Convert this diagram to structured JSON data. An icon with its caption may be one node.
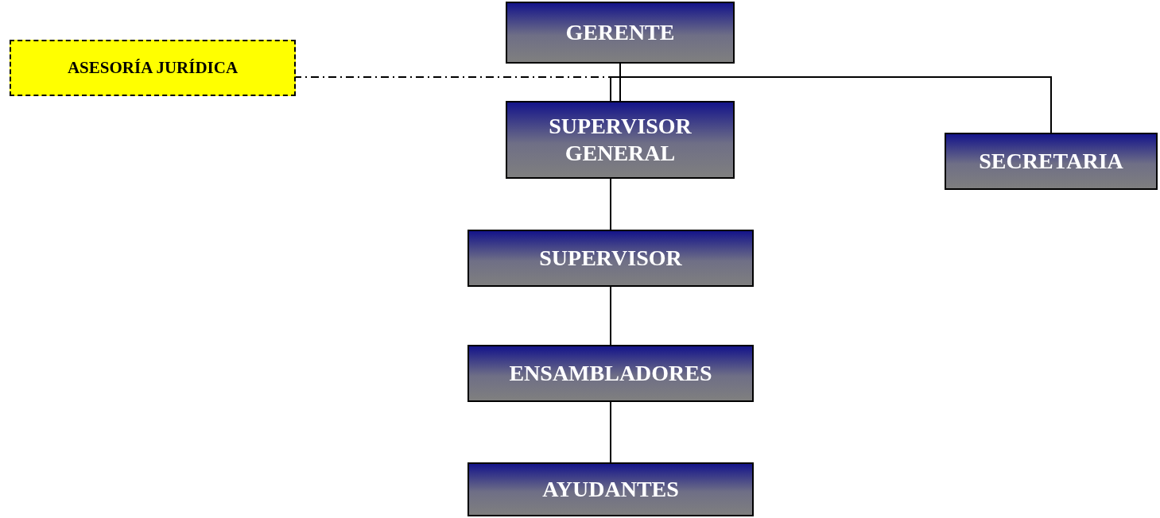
{
  "diagram": {
    "nodes": [
      {
        "text": [
          "GERENTE"
        ]
      },
      {
        "text": [
          "ASESORÍA JURÍDICA"
        ]
      },
      {
        "text": [
          "SUPERVISOR GENERAL"
        ]
      },
      {
        "text": [
          "SECRETARIA"
        ]
      },
      {
        "text": [
          "SUPERVISOR"
        ]
      },
      {
        "text": [
          "ENSAMBLADORES"
        ]
      },
      {
        "text": [
          "AYUDANTES"
        ]
      }
    ],
    "edges": [
      {
        "from": 0,
        "to": 1,
        "arrow": "none",
        "style": "dashed"
      },
      {
        "from": 0,
        "to": 2,
        "arrow": "none"
      },
      {
        "from": 0,
        "to": 3,
        "arrow": "none"
      },
      {
        "from": 2,
        "to": 4,
        "arrow": "none"
      },
      {
        "from": 4,
        "to": 5,
        "arrow": "none"
      },
      {
        "from": 5,
        "to": 6,
        "arrow": "none"
      }
    ]
  }
}
